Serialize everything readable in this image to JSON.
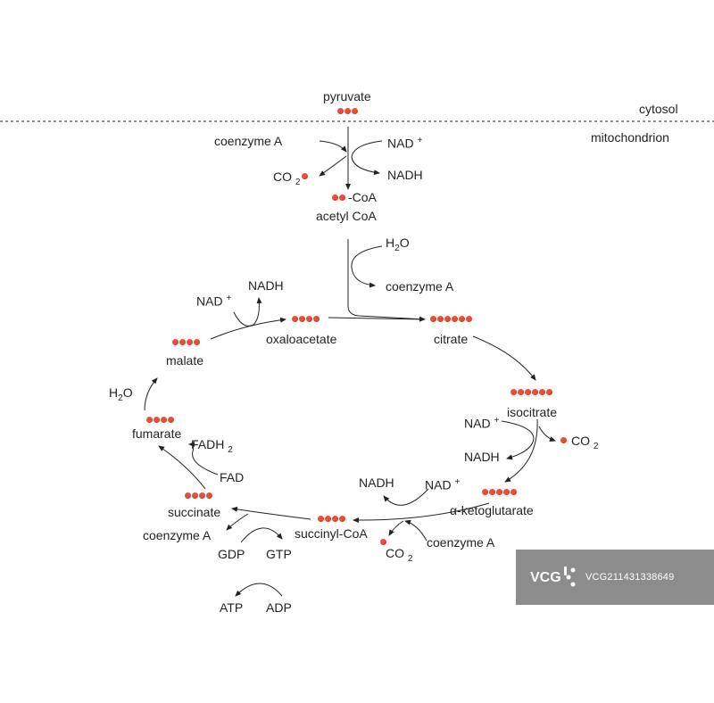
{
  "compartments": {
    "top": "cytosol",
    "bottom": "mitochondrion"
  },
  "molecules": {
    "pyruvate": "pyruvate",
    "coa_suffix": "-CoA",
    "acetyl_coa": "acetyl CoA",
    "oxaloacetate": "oxaloacetate",
    "citrate": "citrate",
    "isocitrate": "isocitrate",
    "alpha_ketoglutarate": "α-ketoglutarate",
    "succinyl_coa": "succinyl-CoA",
    "succinate": "succinate",
    "fumarate": "fumarate",
    "malate": "malate"
  },
  "cofactors": {
    "coenzyme_a": "coenzyme A",
    "nad": "NAD",
    "plus": "+",
    "nadh": "NADH",
    "co": "CO",
    "two": "2",
    "h": "H",
    "o": "O",
    "fadh": "FADH",
    "fad": "FAD",
    "gdp": "GDP",
    "gtp": "GTP",
    "atp": "ATP",
    "adp": "ADP"
  },
  "carbon_counts": {
    "pyruvate": 3,
    "acetyl": 2,
    "oxaloacetate": 4,
    "citrate": 6,
    "isocitrate": 6,
    "alpha_ketoglutarate": 5,
    "succinyl_coa": 4,
    "succinate": 4,
    "fumarate": 4,
    "malate": 4,
    "co2": 1
  },
  "colors": {
    "carbon": "#e8503a",
    "line": "#222222",
    "watermark_bg": "#8c8c8c"
  },
  "watermark": {
    "brand": "VCG",
    "id": "VCG211431338649"
  }
}
